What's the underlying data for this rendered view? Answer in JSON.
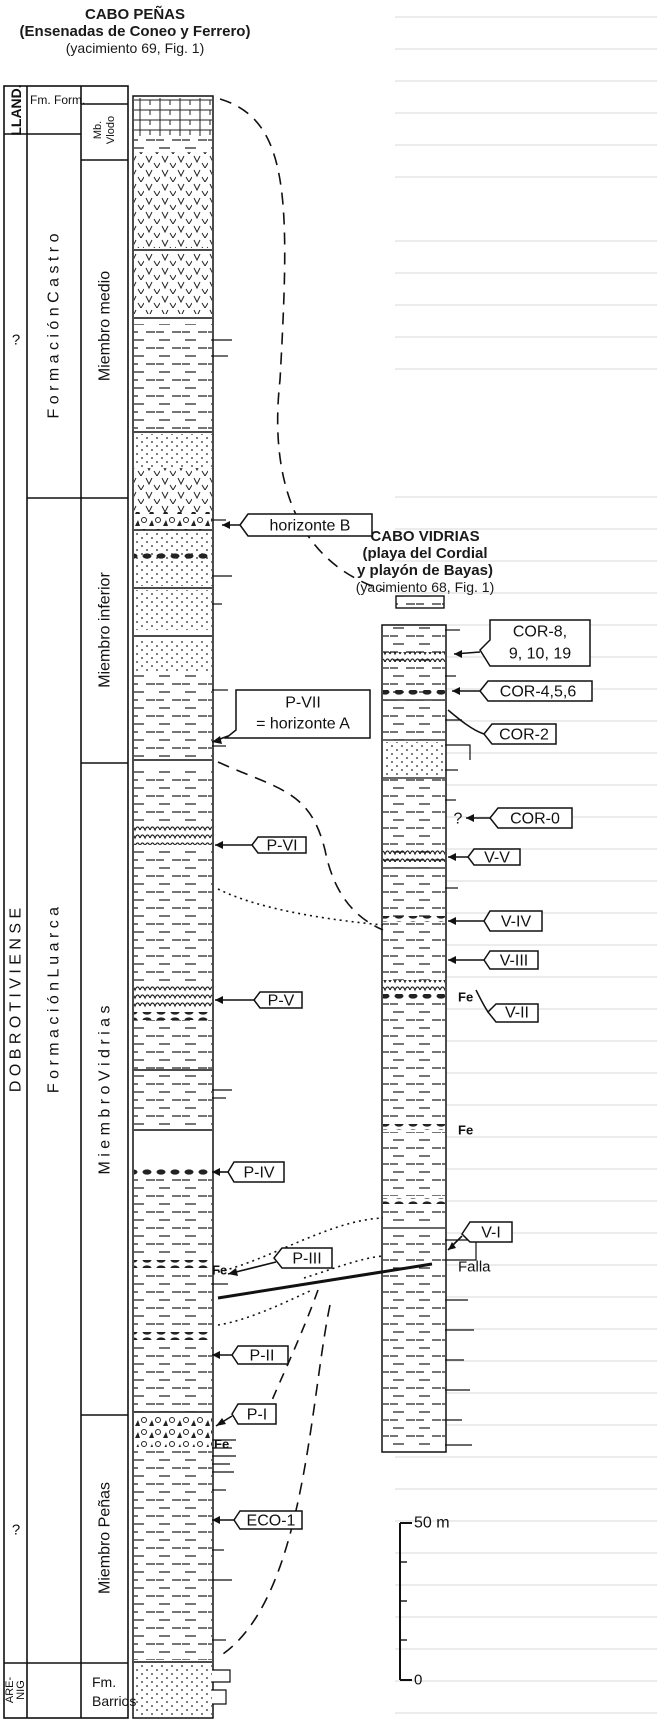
{
  "left_section": {
    "title": "CABO PEÑAS",
    "subtitle": "(Ensenadas de Coneo y Ferrero)",
    "reference": "(yacimiento 69, Fig. 1)"
  },
  "right_section": {
    "title": "CABO VIDRIAS",
    "subtitle_1": "(playa del Cordial",
    "subtitle_2": "y playón de Bayas)",
    "reference": "(yacimiento 68, Fig. 1)"
  },
  "stage_column": {
    "llandovery": "LLAND.",
    "dobrotiviense": "D O B R O T I V I E N S E",
    "question_upper": "?",
    "question_lower": "?",
    "arenig": [
      "ARE-",
      "NIG"
    ]
  },
  "formation_column": {
    "fm_form": "Fm. Form.",
    "castro": "F o r m a c i ó n   C a s t r o",
    "luarca": "F o r m a c i ó n   L u a r c a",
    "barrios": [
      "Fm.",
      "Barrios"
    ]
  },
  "member_column": {
    "vlodo": [
      "Mb.",
      "Vlodo"
    ],
    "medio": "Miembro medio",
    "inferior": "Miembro inferior",
    "vidrias": "M i e m b r o   V i d r i a s",
    "penas": "Miembro Peñas"
  },
  "left_labels": {
    "horizonte_b": "horizonte B",
    "p_vii": [
      "P-VII",
      "= horizonte A"
    ],
    "p_vi": "P-VI",
    "p_v": "P-V",
    "p_iv": "P-IV",
    "p_iii": "P-III",
    "p_ii": "P-II",
    "p_i": "P-I",
    "eco_1": "ECO-1",
    "fe_1": "Fe",
    "fe_2": "Fe"
  },
  "right_labels": {
    "cor_8": [
      "COR-8,",
      "9, 10, 19"
    ],
    "cor_456": "COR-4,5,6",
    "cor_2": "COR-2",
    "cor_0": "COR-0",
    "cor_0_question": "?",
    "v_v": "V-V",
    "v_iv": "V-IV",
    "v_iii": "V-III",
    "v_ii": "V-II",
    "v_i": "V-I",
    "fe_1": "Fe",
    "fe_2": "Fe",
    "falla": "Falla"
  },
  "scale_bar": {
    "top_label": "50 m",
    "bottom_label": "0"
  }
}
